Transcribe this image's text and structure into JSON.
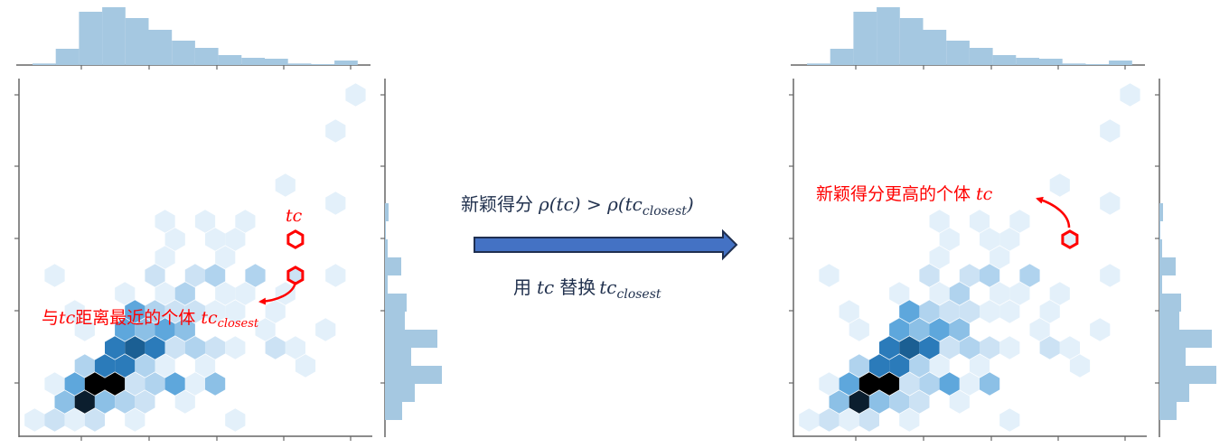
{
  "colors": {
    "annotation": "#ff0000",
    "arrow_fill": "#4472c4",
    "arrow_stroke": "#1f2f50",
    "text": "#22324f",
    "histogram": "#a5c8e1",
    "axis": "#666666",
    "levels": [
      "#ffffff",
      "#e3f0fa",
      "#cce2f4",
      "#b0d3ee",
      "#8cc0e6",
      "#5ea7dc",
      "#2b7bba",
      "#1b5f93",
      "#0b1e2e",
      "#000000"
    ]
  },
  "hexbin_cells": [
    [
      0,
      0,
      1
    ],
    [
      0,
      1,
      2
    ],
    [
      0,
      2,
      1
    ],
    [
      0,
      3,
      2
    ],
    [
      0,
      5,
      1
    ],
    [
      0,
      10,
      1
    ],
    [
      1,
      1,
      4
    ],
    [
      1,
      2,
      8
    ],
    [
      1,
      3,
      4
    ],
    [
      1,
      4,
      3
    ],
    [
      1,
      5,
      2
    ],
    [
      1,
      7,
      1
    ],
    [
      2,
      1,
      1
    ],
    [
      2,
      2,
      5
    ],
    [
      2,
      3,
      9
    ],
    [
      2,
      4,
      9
    ],
    [
      2,
      5,
      2
    ],
    [
      2,
      6,
      3
    ],
    [
      2,
      7,
      5
    ],
    [
      2,
      8,
      1
    ],
    [
      2,
      9,
      4
    ],
    [
      3,
      2,
      3
    ],
    [
      3,
      3,
      6
    ],
    [
      3,
      4,
      6
    ],
    [
      3,
      5,
      3
    ],
    [
      3,
      6,
      1
    ],
    [
      3,
      8,
      1
    ],
    [
      3,
      13,
      1
    ],
    [
      4,
      4,
      6
    ],
    [
      4,
      5,
      7
    ],
    [
      4,
      6,
      6
    ],
    [
      4,
      7,
      2
    ],
    [
      4,
      8,
      3
    ],
    [
      4,
      9,
      2
    ],
    [
      4,
      10,
      1
    ],
    [
      4,
      12,
      2
    ],
    [
      4,
      13,
      1
    ],
    [
      5,
      2,
      1
    ],
    [
      5,
      4,
      5
    ],
    [
      5,
      5,
      4
    ],
    [
      5,
      6,
      5
    ],
    [
      5,
      7,
      4
    ],
    [
      5,
      11,
      1
    ],
    [
      5,
      14,
      1
    ],
    [
      6,
      2,
      1
    ],
    [
      6,
      5,
      5
    ],
    [
      6,
      6,
      3
    ],
    [
      6,
      7,
      2
    ],
    [
      6,
      8,
      2
    ],
    [
      6,
      9,
      1
    ],
    [
      6,
      10,
      1
    ],
    [
      6,
      12,
      1
    ],
    [
      7,
      4,
      1
    ],
    [
      7,
      6,
      1
    ],
    [
      7,
      7,
      3
    ],
    [
      7,
      9,
      1
    ],
    [
      7,
      10,
      1
    ],
    [
      7,
      12,
      1
    ],
    [
      8,
      1,
      1
    ],
    [
      8,
      6,
      2
    ],
    [
      8,
      8,
      2
    ],
    [
      8,
      9,
      3
    ],
    [
      8,
      11,
      3
    ],
    [
      8,
      15,
      1
    ],
    [
      9,
      6,
      1
    ],
    [
      9,
      9,
      1
    ],
    [
      10,
      7,
      1
    ],
    [
      10,
      9,
      1
    ],
    [
      10,
      10,
      1
    ],
    [
      11,
      6,
      1
    ],
    [
      11,
      8,
      1
    ],
    [
      11,
      10,
      1
    ],
    [
      12,
      15,
      1
    ],
    [
      13,
      12,
      1
    ],
    [
      16,
      15,
      1
    ],
    [
      18,
      16,
      1
    ]
  ],
  "tc_closest_cell": [
    8,
    13,
    2
  ],
  "tc_cell": [
    10,
    13,
    1
  ],
  "top_histogram": [
    1.7,
    18,
    59,
    64,
    52,
    39,
    27,
    19,
    11,
    8,
    7,
    1.7,
    1,
    5
  ],
  "right_histogram": [
    4,
    1,
    3,
    18,
    3,
    24,
    22,
    58,
    29,
    63,
    33,
    19
  ],
  "left_panel": {
    "tc_label": "tc",
    "closest_label_prefix": "与",
    "closest_label_tc": "tc",
    "closest_label_text": "距离最近的个体",
    "closest_label_var": "tc",
    "closest_label_sub": "closest"
  },
  "center": {
    "condition_prefix": "新颖得分",
    "condition_formula": "ρ(tc) > ρ(tc",
    "condition_sub": "closest",
    "condition_close": ")",
    "action_prefix": "用",
    "action_tc": "tc",
    "action_mid": "替换",
    "action_var": "tc",
    "action_sub": "closest"
  },
  "right_panel": {
    "label_text": "新颖得分更高的个体",
    "label_var": "tc"
  }
}
